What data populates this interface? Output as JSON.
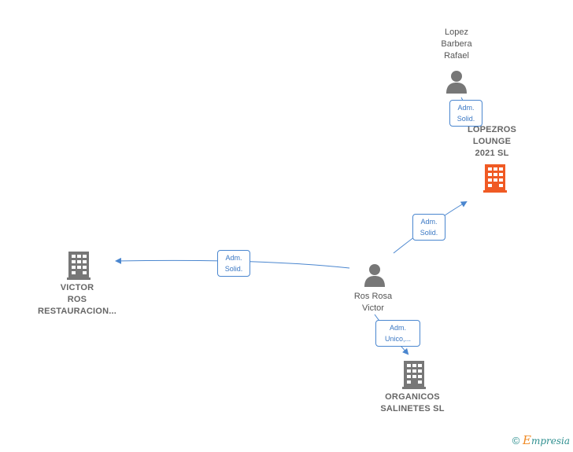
{
  "colors": {
    "edge": "#4a86cf",
    "person_icon": "#777777",
    "company_icon": "#777777",
    "highlight_company": "#f05a24"
  },
  "nodes": {
    "lopez_barbera_rafael": {
      "label": "Lopez\nBarbera\nRafael",
      "kind": "person"
    },
    "lopezros_lounge": {
      "label": "LOPEZROS\nLOUNGE\n2021  SL",
      "kind": "company-highlight"
    },
    "victor_ros_restauracion": {
      "label": "VICTOR\nROS\nRESTAURACION...",
      "kind": "company"
    },
    "ros_rosa_victor": {
      "label": "Ros Rosa\nVictor",
      "kind": "person"
    },
    "organicos_salinetes": {
      "label": "ORGANICOS\nSALINETES  SL",
      "kind": "company"
    }
  },
  "edges": {
    "e1": {
      "label": "Adm.\nSolid."
    },
    "e2": {
      "label": "Adm.\nSolid."
    },
    "e3": {
      "label": "Adm.\nSolid."
    },
    "e4": {
      "label": "Adm.\nUnico,..."
    }
  },
  "footer": {
    "copyright_symbol": "©",
    "brand_initial": "E",
    "brand_rest": "mpresia"
  }
}
